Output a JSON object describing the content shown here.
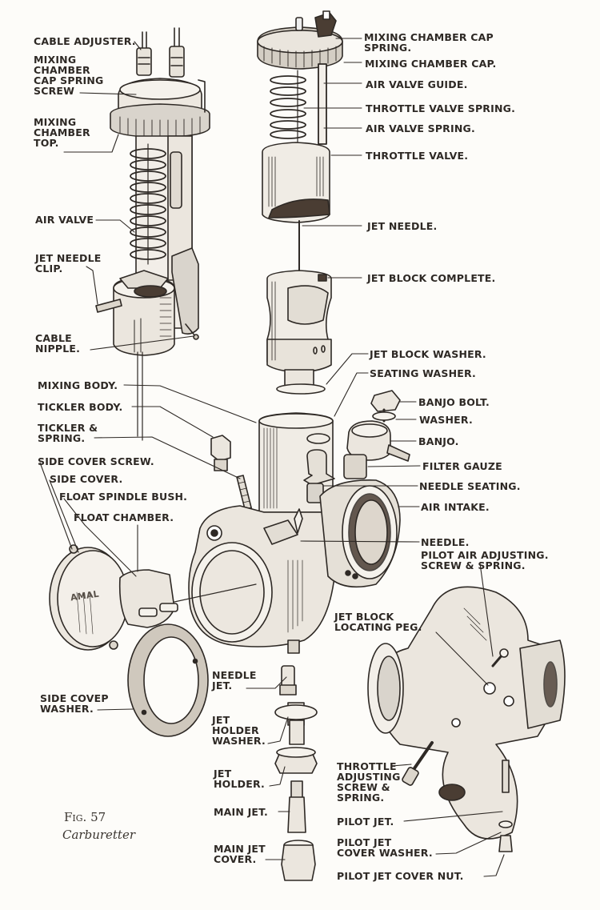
{
  "figure": {
    "number_label": "Fig. 57",
    "caption": "Carburetter"
  },
  "colors": {
    "background": "#fdfcf9",
    "ink": "#2e2925",
    "shade": "#d9d4cc"
  },
  "labels": {
    "cable_adjuster": "CABLE ADJUSTER.",
    "mixing_chamber_cap_spring_screw": "MIXING\nCHAMBER\nCAP SPRING\nSCREW",
    "mixing_chamber_top": "MIXING\nCHAMBER\nTOP.",
    "air_valve": "AIR VALVE",
    "jet_needle_clip": "JET NEEDLE\nCLIP.",
    "cable_nipple": "CABLE\nNIPPLE.",
    "mixing_chamber_cap_spring": "MIXING CHAMBER CAP\nSPRING.",
    "mixing_chamber_cap": "MIXING CHAMBER CAP.",
    "air_valve_guide": "AIR VALVE GUIDE.",
    "throttle_valve_spring": "THROTTLE VALVE SPRING.",
    "air_valve_spring": "AIR VALVE SPRING.",
    "throttle_valve": "THROTTLE VALVE.",
    "jet_needle": "JET NEEDLE.",
    "jet_block_complete": "JET BLOCK COMPLETE.",
    "jet_block_washer": "JET BLOCK WASHER.",
    "seating_washer": "SEATING WASHER.",
    "mixing_body": "MIXING BODY.",
    "tickler_body": "TICKLER BODY.",
    "tickler_spring": "TICKLER &\nSPRING.",
    "banjo_bolt": "BANJO BOLT.",
    "washer": "WASHER.",
    "banjo": "BANJO.",
    "filter_gauze": "FILTER GAUZE",
    "needle_seating": "NEEDLE SEATING.",
    "air_intake": "AIR INTAKE.",
    "side_cover_screw": "SIDE COVER SCREW.",
    "side_cover": "SIDE COVER.",
    "float_spindle_bush": "FLOAT SPINDLE BUSH.",
    "float_chamber": "FLOAT CHAMBER.",
    "needle": "NEEDLE.",
    "pilot_air_adjusting": "PILOT AIR ADJUSTING.\nSCREW & SPRING.",
    "jet_block_locating_peg": "JET BLOCK\nLOCATING PEG.",
    "side_cover_washer": "SIDE COVEP\nWASHER.",
    "needle_jet": "NEEDLE\nJET.",
    "jet_holder_washer": "JET\nHOLDER\nWASHER.",
    "jet_holder": "JET\nHOLDER.",
    "main_jet": "MAIN JET.",
    "main_jet_cover": "MAIN JET\nCOVER.",
    "throttle_adjusting_screw": "THROTTLE\nADJUSTING\nSCREW &\nSPRING.",
    "pilot_jet": "PILOT JET.",
    "pilot_jet_cover_washer": "PILOT JET\nCOVER WASHER.",
    "pilot_jet_cover_nut": "PILOT JET COVER NUT.",
    "float_cover_emblem": "AMAL"
  }
}
